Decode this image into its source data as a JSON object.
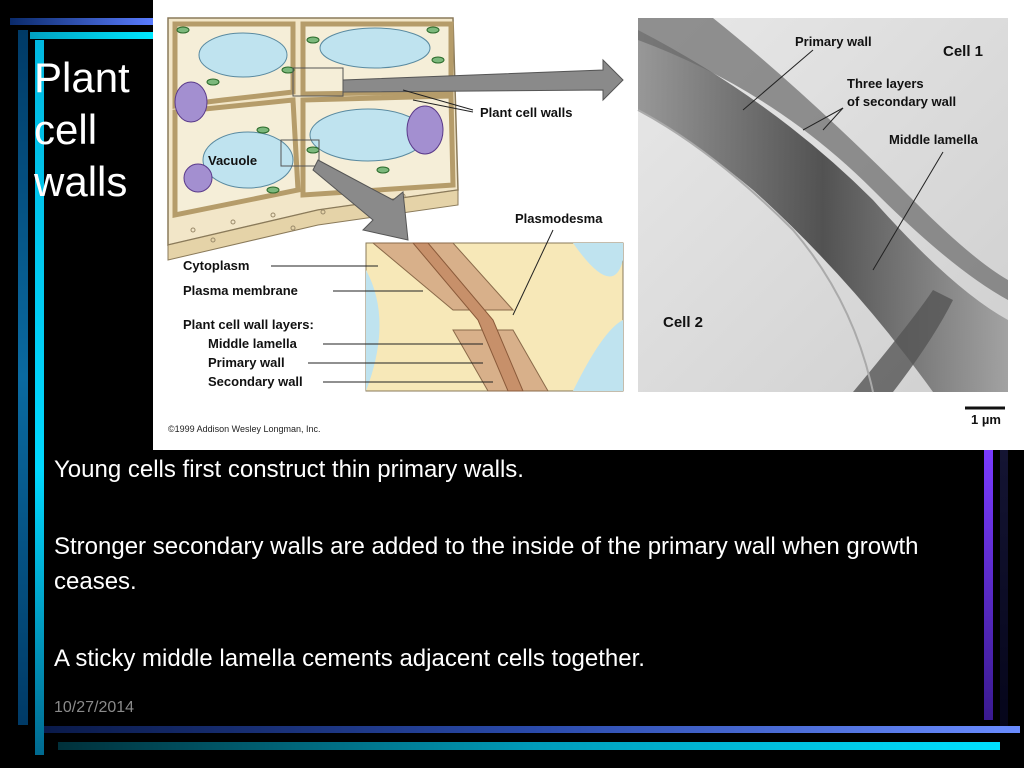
{
  "slide": {
    "title": "Plant cell walls",
    "paragraphs": [
      "Young cells first construct thin primary walls.",
      "Stronger secondary walls are added to the inside of the primary wall when growth ceases.",
      "A sticky middle lamella cements adjacent cells together."
    ],
    "date": "10/27/2014"
  },
  "figure": {
    "labels": {
      "vacuole": "Vacuole",
      "plant_cell_walls": "Plant cell walls",
      "plasmodesma": "Plasmodesma",
      "cytoplasm": "Cytoplasm",
      "plasma_membrane": "Plasma membrane",
      "wall_layers": "Plant cell wall layers:",
      "middle_lamella": "Middle lamella",
      "primary_wall": "Primary wall",
      "secondary_wall": "Secondary wall",
      "copyright": "©1999 Addison Wesley Longman, Inc."
    },
    "micrograph": {
      "cell_1": "Cell 1",
      "cell_2": "Cell 2",
      "primary_wall": "Primary wall",
      "three_layers_line1": "Three layers",
      "three_layers_line2": "of secondary wall",
      "middle_lamella": "Middle lamella",
      "scale": "1 µm"
    }
  },
  "colors": {
    "background": "#000000",
    "accent_cyan": "#00d8ff",
    "accent_purple": "#7a3bff",
    "accent_blue": "#4a6cff"
  }
}
